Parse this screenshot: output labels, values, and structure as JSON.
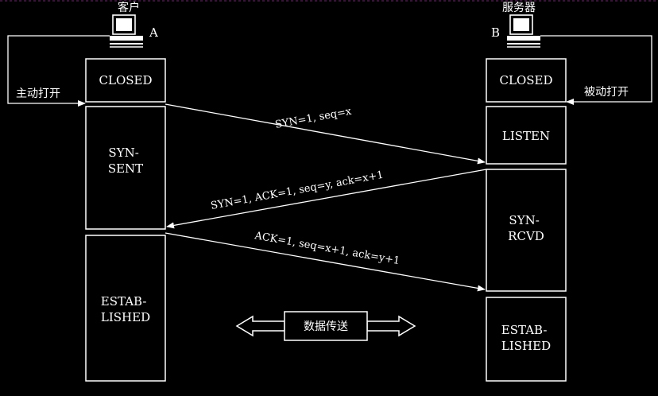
{
  "client": {
    "title": "客户",
    "letter": "A",
    "action": "主动打开",
    "states": [
      "CLOSED",
      "SYN-\nSENT",
      "ESTAB-\nLISHED"
    ]
  },
  "server": {
    "title": "服务器",
    "letter": "B",
    "action": "被动打开",
    "states": [
      "CLOSED",
      "LISTEN",
      "SYN-\nRCVD",
      "ESTAB-\nLISHED"
    ]
  },
  "messages": [
    {
      "label": "SYN=1, seq=x",
      "direction": "A→B"
    },
    {
      "label": "SYN=1, ACK=1, seq=y, ack=x+1",
      "direction": "B→A"
    },
    {
      "label": "ACK=1, seq=x+1, ack=y+1",
      "direction": "A→B"
    }
  ],
  "data_transfer": {
    "label": "数据传送"
  },
  "icons": {
    "computer": "computer-icon"
  },
  "colors": {
    "background": "#000000",
    "foreground": "#ffffff"
  }
}
